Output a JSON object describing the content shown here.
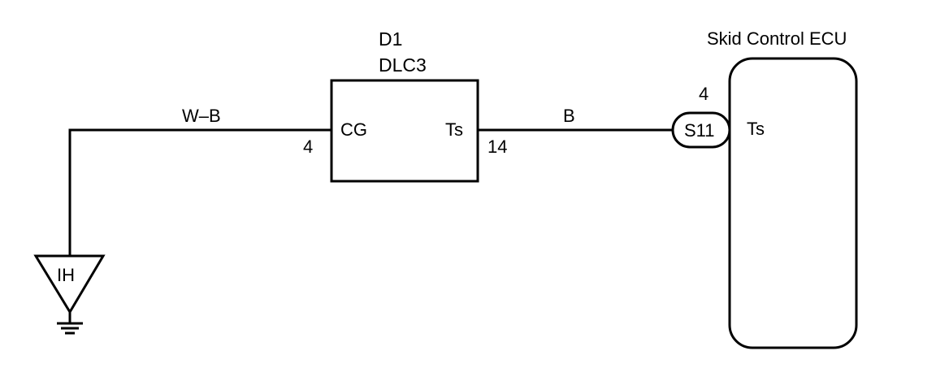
{
  "components": {
    "dlc": {
      "id": "D1",
      "name": "DLC3",
      "left_terminal": "CG",
      "right_terminal": "Ts",
      "left_pin": "4",
      "right_pin": "14"
    },
    "ecu": {
      "name": "Skid Control ECU",
      "terminal": "Ts",
      "pin": "4"
    },
    "connector": {
      "label": "S11"
    },
    "ground": {
      "label": "IH"
    }
  },
  "wires": {
    "ground_wire": "W–B",
    "signal_wire": "B"
  },
  "colors": {
    "line": "#000000",
    "background": "#ffffff"
  }
}
